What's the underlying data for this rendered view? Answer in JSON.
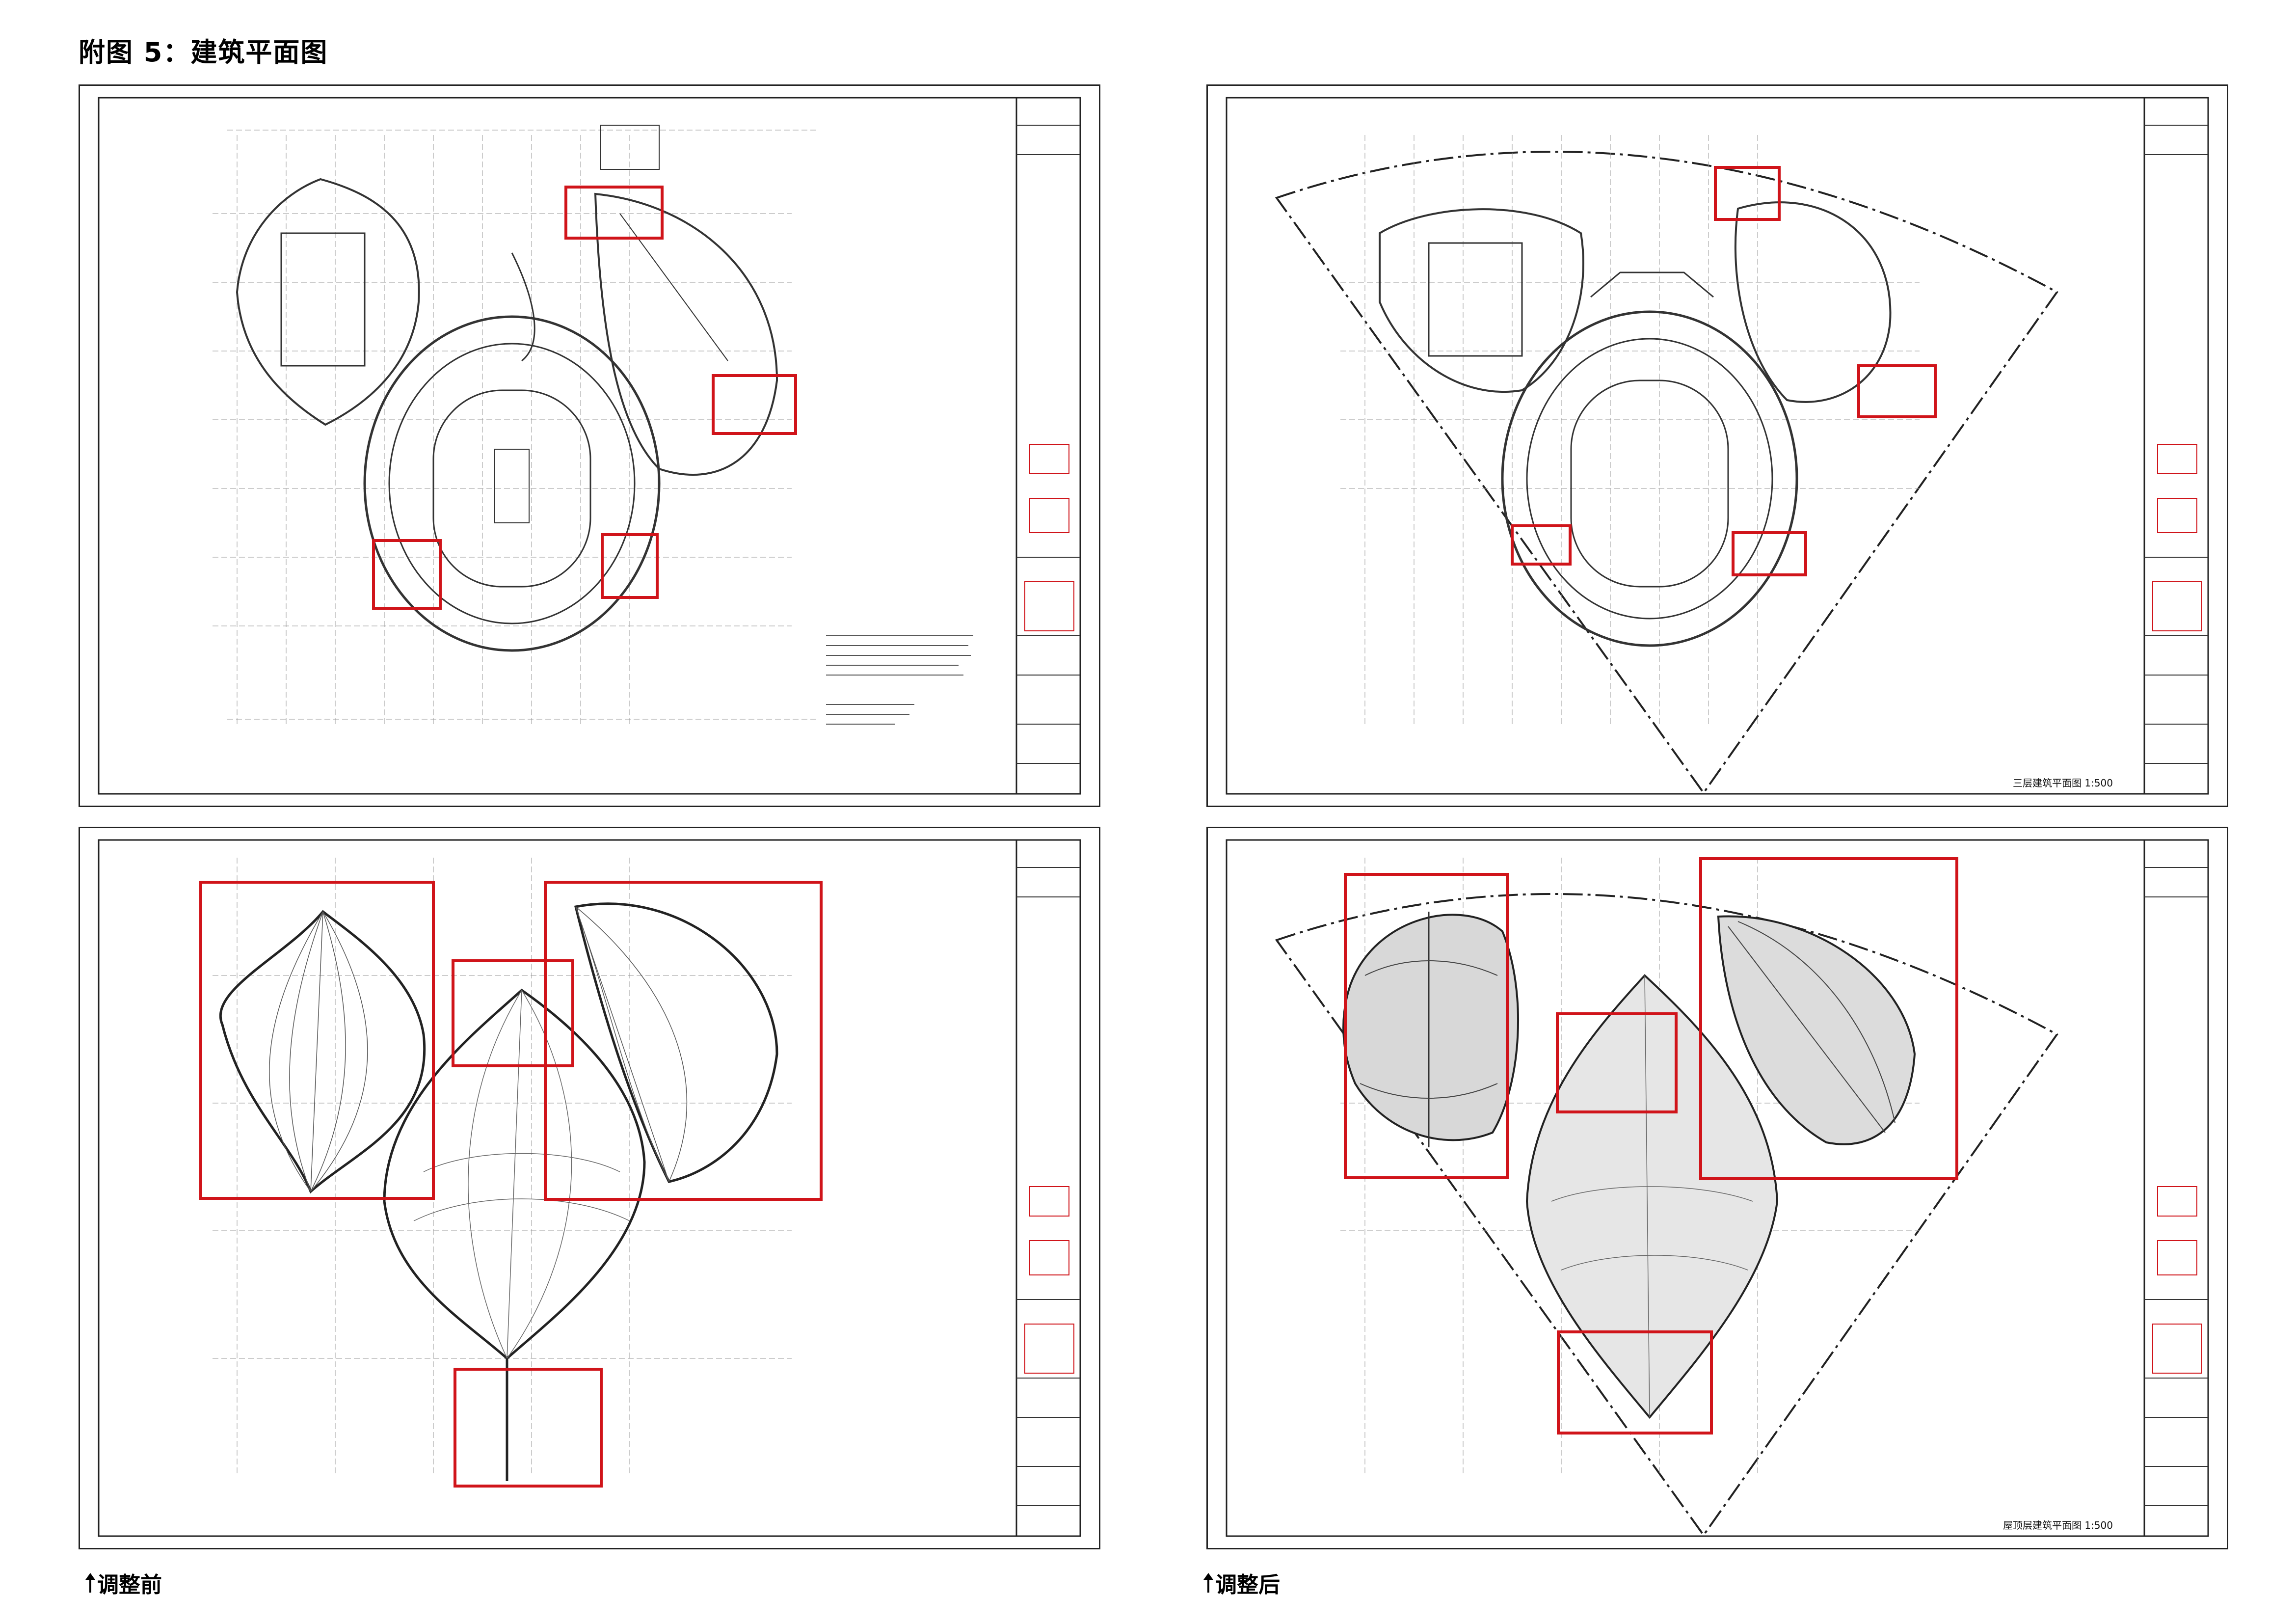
{
  "page_title": "附图 5：建筑平面图",
  "labels": {
    "before": "调整前",
    "after": "调整后"
  },
  "captions": {
    "top_right": "三层建筑平面图 1:500",
    "bottom_right": "屋顶层建筑平面图 1:500"
  },
  "colors": {
    "highlight_box": "#d0141a",
    "linework": "#333333",
    "frame": "#222222"
  },
  "icons": [
    "arrow-up-icon"
  ]
}
